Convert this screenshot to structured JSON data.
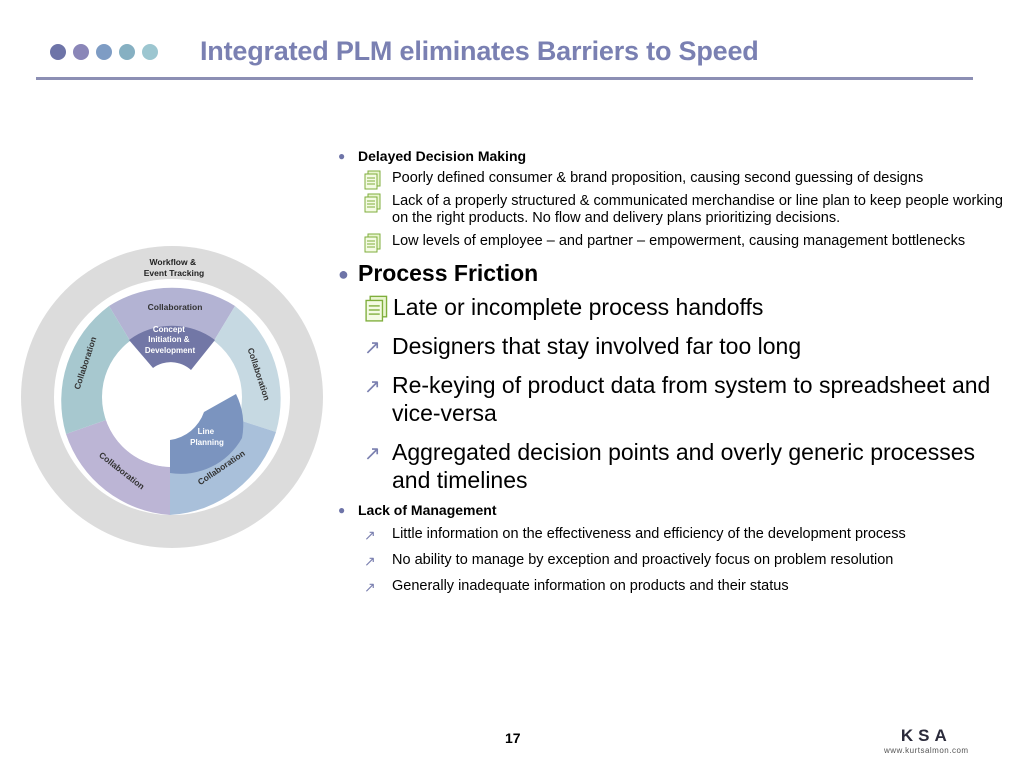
{
  "header": {
    "title": "Integrated PLM eliminates Barriers to Speed",
    "dot_colors": [
      "#6e74a8",
      "#8a86b8",
      "#7e9cc4",
      "#86b0c2",
      "#9cc6d0"
    ]
  },
  "diagram": {
    "outer_label_1": "Workflow &",
    "outer_label_2": "Event Tracking",
    "seg_top": "Collaboration",
    "seg_left": "Collaboration",
    "seg_right": "Collaboration",
    "seg_bottom_left": "Collaboration",
    "seg_bottom_right": "Collaboration",
    "inner_top_1": "Concept",
    "inner_top_2": "Initiation &",
    "inner_top_3": "Development",
    "inner_right_1": "Line",
    "inner_right_2": "Planning"
  },
  "sections": [
    {
      "heading": "Delayed Decision Making",
      "items": [
        "Poorly defined consumer & brand proposition, causing second guessing of designs",
        "Lack of a properly structured & communicated merchandise or line plan to keep people working on the right products.  No flow and delivery plans prioritizing decisions.",
        "Low levels of employee – and partner – empowerment, causing management bottlenecks"
      ]
    },
    {
      "heading": "Process Friction",
      "items": [
        "Late or incomplete process handoffs",
        "Designers that stay involved far too long",
        "Re-keying of product data from system to spreadsheet and vice-versa",
        "Aggregated decision points and overly generic processes and timelines"
      ]
    },
    {
      "heading": "Lack of Management",
      "items": [
        "Little information on the effectiveness and efficiency of the development process",
        "No ability to manage by exception and proactively focus on problem resolution",
        "Generally inadequate information on products and their status"
      ]
    }
  ],
  "footer": {
    "page_number": "17",
    "logo_text": "KSA",
    "logo_url": "www.kurtsalmon.com"
  }
}
